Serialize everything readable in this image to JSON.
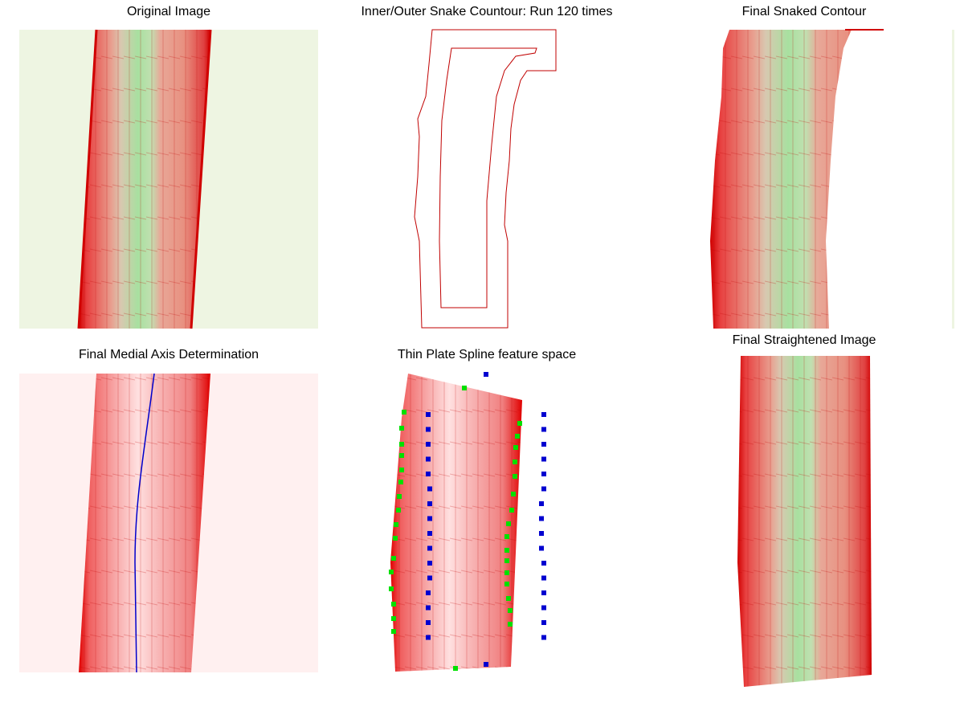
{
  "titles": {
    "original": "Original Image",
    "snake": "Inner/Outer Snake Countour: Run 120 times",
    "snaked": "Final Snaked Contour",
    "medial": "Final Medial Axis Determination",
    "tps": "Thin Plate Spline feature space",
    "straightened": "Final Straightened Image"
  },
  "colors": {
    "root_red": "#e00000",
    "green_bg": "#eef5e2",
    "pink_bg": "#fff0f0",
    "medial_axis": "#0000cc",
    "landmark_green": "#00e000",
    "landmark_blue": "#0000d0"
  }
}
